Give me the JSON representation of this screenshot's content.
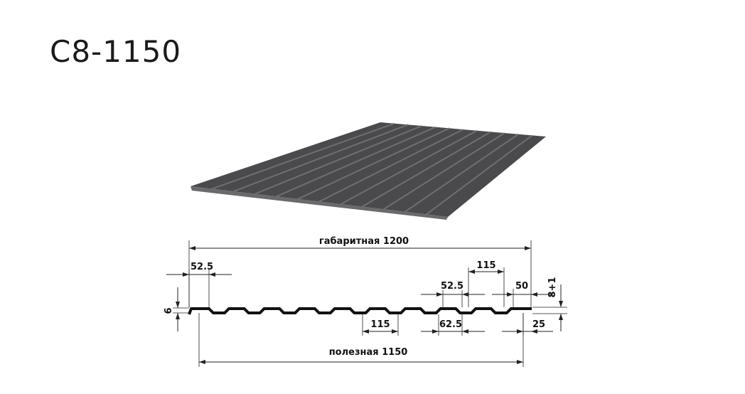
{
  "title": "С8-1150",
  "colors": {
    "sheet": "#4a4a4c",
    "rib_light": "#6c6c6e",
    "line": "#222222",
    "background": "#ffffff"
  },
  "dimensions": {
    "overall": "габаритная 1200",
    "useful": "полезная 1150",
    "left_top_width": "52.5",
    "pitch_top": "115",
    "pitch_bottom": "115",
    "top_width_right": "52.5",
    "bottom_width": "62.5",
    "right_edge_top": "50",
    "right_edge_bottom": "25",
    "height_right": "8+1",
    "height_left": "6"
  }
}
